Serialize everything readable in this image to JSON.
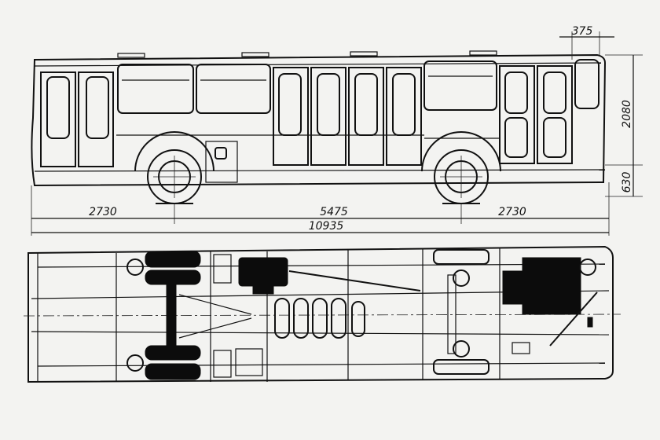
{
  "dimensions": {
    "front_overhang_top": "375",
    "body_height": "2080",
    "ground_clearance": "630",
    "front_overhang": "2730",
    "wheelbase": "5475",
    "rear_overhang": "2730",
    "overall_length": "10935"
  }
}
